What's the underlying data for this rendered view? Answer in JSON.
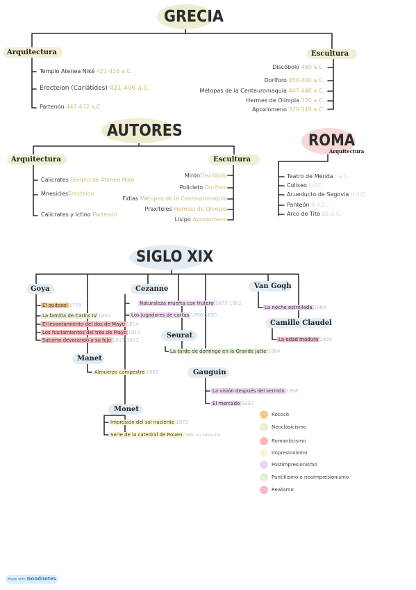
{
  "colors": {
    "rococo": "#f9c88e",
    "neoclasicismo": "#eeeed4",
    "romanticismo": "#f8b8b8",
    "impresionismo": "#fbf6d2",
    "postimpresionismo": "#ecd6ee",
    "puntillismo": "#e0f1d6",
    "realismo": "#f7b6cf",
    "accent_date": "#c9bd7a"
  },
  "grecia": {
    "title": "GRECIA",
    "arq_label": "Arquitectura",
    "esc_label": "Escultura",
    "arquitectura": [
      {
        "name": "Templo Atenea Niké",
        "date": "421-416 a.C."
      },
      {
        "name": "Erecteion (Cariátides)",
        "date": "421-406 a.C."
      },
      {
        "name": "Partenón",
        "date": "447-432 a.C."
      }
    ],
    "escultura": [
      {
        "name": "Discóbolo",
        "date": "460 a.C."
      },
      {
        "name": "Doríforo",
        "date": "450-440 a.C."
      },
      {
        "name": "Métopas de la Centauromaquia",
        "date": "447-440 a.C."
      },
      {
        "name": "Hermes de Olimpia",
        "date": "330 a.C."
      },
      {
        "name": "Apoxiomeno",
        "date": "370-318 a.C."
      }
    ]
  },
  "autores": {
    "title": "AUTORES",
    "arq_label": "Arquitectura",
    "esc_label": "Escultura",
    "arquitectura": [
      {
        "author": "Calícrates",
        "work": "Templo de Atenea Niké"
      },
      {
        "author": "Mnesicles",
        "work": "Erecteion"
      },
      {
        "author": "Calícrates y Ictino",
        "work": "Partenón"
      }
    ],
    "escultura": [
      {
        "author": "Mirón",
        "work": "Discóbolo"
      },
      {
        "author": "Policleto",
        "work": "Doríforo"
      },
      {
        "author": "Fidias",
        "work": "Métopas de la Centauromaquia"
      },
      {
        "author": "Praxíteles",
        "work": "Hermes de Olimpia"
      },
      {
        "author": "Lisipo",
        "work": "Apoxiomeno"
      }
    ]
  },
  "roma": {
    "title": "ROMA",
    "arq_label": "Arquitectura",
    "items": [
      {
        "name": "Teatro de Mérida",
        "date": "I a.C."
      },
      {
        "name": "Coliseo",
        "date": "I d.C."
      },
      {
        "name": "Acueducto de Segovia",
        "date": "II d.C."
      },
      {
        "name": "Panteón",
        "date": "II d.C."
      },
      {
        "name": "Arco de Tito",
        "date": "81 d.C."
      }
    ]
  },
  "siglo": {
    "title": "SIGLO XIX",
    "goya": {
      "label": "Goya",
      "works": [
        {
          "name": "El quitasol",
          "date": "1778"
        },
        {
          "name": "La familia de Carlos IV",
          "date": "1800"
        },
        {
          "name": "El levantamiento del dos de Mayo",
          "date": "1814"
        },
        {
          "name": "Los fusilamientos del tres de Mayo",
          "date": "1814"
        },
        {
          "name": "Saturno devorando a su hijo",
          "date": "1819-1823"
        }
      ]
    },
    "manet": {
      "label": "Manet",
      "works": [
        {
          "name": "Almuerzo campestre",
          "date": "1863"
        }
      ]
    },
    "monet": {
      "label": "Monet",
      "works": [
        {
          "name": "Impresión del sol naciente",
          "date": "1872"
        },
        {
          "name": "Serie de la catedral de Rouen",
          "date": "1892 en adelante"
        }
      ]
    },
    "cezanne": {
      "label": "Cezanne",
      "works": [
        {
          "name": "Naturaleza muerta con frutero",
          "date": "1879-1882"
        },
        {
          "name": "Los jugadores de cartas",
          "date": "1890-1895"
        }
      ]
    },
    "seurat": {
      "label": "Seurat",
      "works": [
        {
          "name": "La tarde de domingo en la Grande Jatte",
          "date": "1884"
        }
      ]
    },
    "gauguin": {
      "label": "Gauguin",
      "works": [
        {
          "name": "La visión después del sermón",
          "date": "1888"
        },
        {
          "name": "El mercado",
          "date": "1892"
        }
      ]
    },
    "vangogh": {
      "label": "Van Gogh",
      "works": [
        {
          "name": "La noche estrellada",
          "date": "1889"
        }
      ]
    },
    "claudel": {
      "label": "Camille Claudel",
      "works": [
        {
          "name": "La edad madura",
          "date": "1899"
        }
      ]
    }
  },
  "legend": [
    "Rococó",
    "Neoclasicismo",
    "Romanticismo",
    "Impresionismo",
    "Postimpresionismo",
    "Puntillismo o neoimpresionismo",
    "Realismo"
  ],
  "footer": {
    "made_with": "Made with",
    "brand": "Goodnotes"
  }
}
